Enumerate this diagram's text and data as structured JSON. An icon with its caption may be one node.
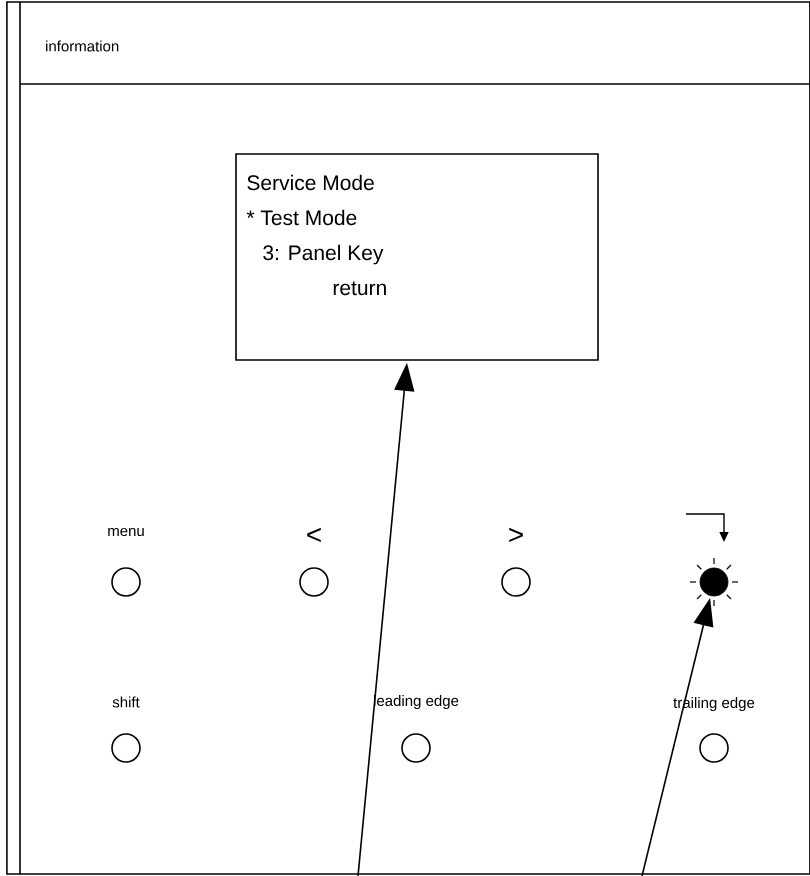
{
  "diagram": {
    "nodes": [
      {
        "text": [
          "information"
        ]
      },
      {
        "text": [
          "Service Mode",
          "* Test Mode",
          "3: Panel Key",
          "return"
        ],
        "in": 0
      },
      {
        "text": [
          "menu"
        ],
        "in": 0
      },
      {
        "text": [
          "<"
        ],
        "in": 0
      },
      {
        "text": [
          ">"
        ],
        "in": 0
      },
      {
        "text": [],
        "shape": "circle",
        "in": 0
      },
      {
        "text": [
          "shift"
        ],
        "in": 0
      },
      {
        "text": [
          "leading edge"
        ],
        "in": 0
      },
      {
        "text": [
          "trailing edge"
        ],
        "in": 0
      }
    ],
    "edges": [
      {
        "from": null,
        "to": 1,
        "arrow": "to"
      },
      {
        "from": null,
        "to": 5,
        "arrow": "to"
      }
    ]
  }
}
